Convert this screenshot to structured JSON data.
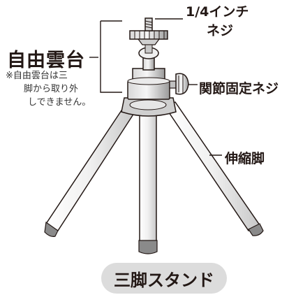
{
  "labels": {
    "title": "自由雲台",
    "note_line1": "※自由雲台は三",
    "note_line2": "脚から取り外",
    "note_line3": "しできません。",
    "screw_line1": "1/4インチ",
    "screw_line2": "ネジ",
    "joint": "関節固定ネジ",
    "legs": "伸縮脚",
    "caption": "三脚スタンド"
  },
  "colors": {
    "line": "#231815",
    "caption_bg": "#dcdcdc",
    "metal": "#b8b8b8"
  }
}
